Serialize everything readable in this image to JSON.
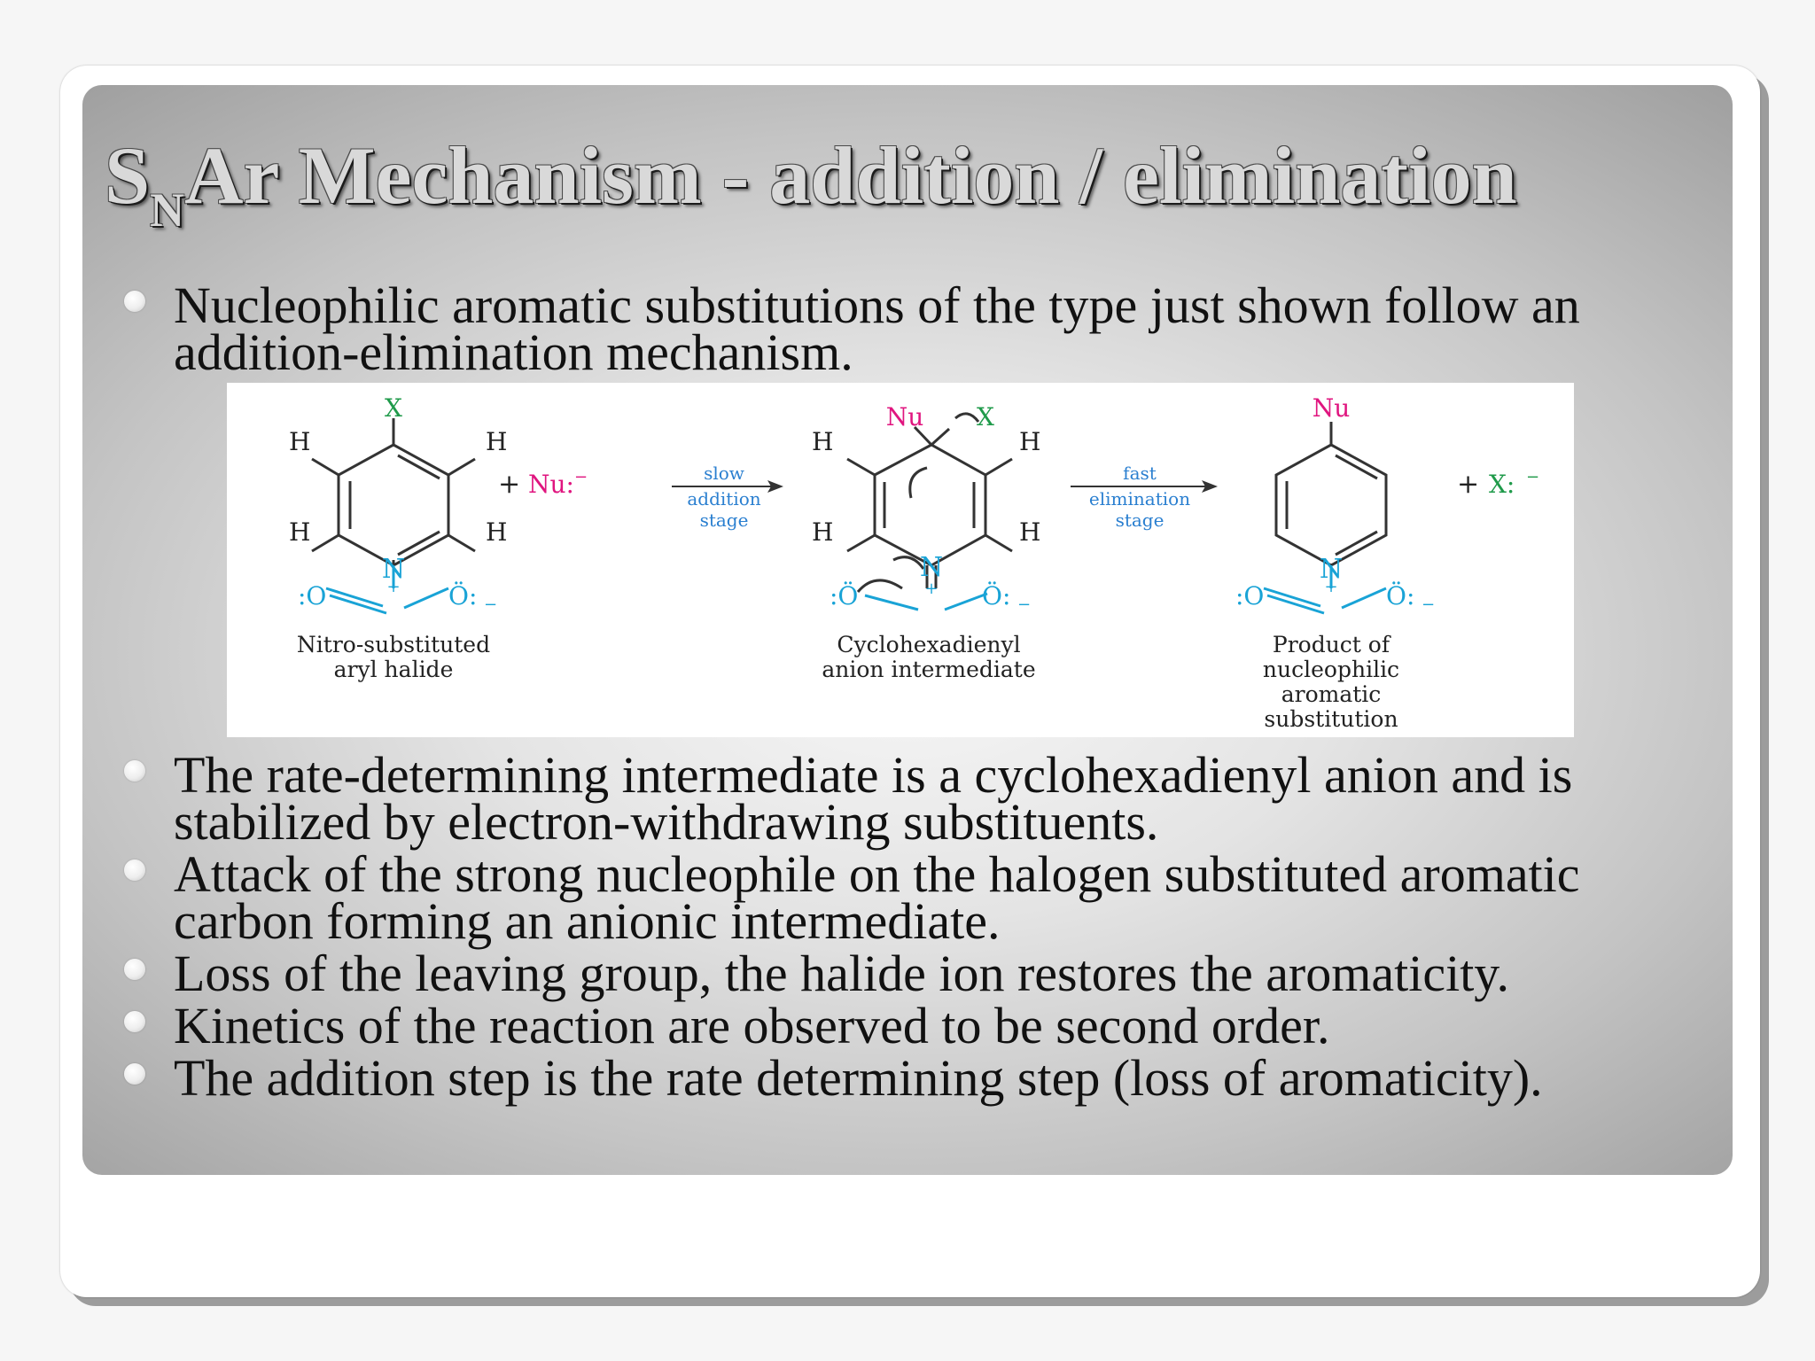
{
  "slide": {
    "title_main": "S",
    "title_sub": "N",
    "title_rest": "Ar Mechanism  -  addition / elimination"
  },
  "bullets_top": [
    {
      "text": "Nucleophilic aromatic substitutions of the type just shown follow an addition-elimination mechanism."
    }
  ],
  "bullets_bottom": [
    {
      "text": "The rate-determining intermediate is a cyclohexadienyl anion and is stabilized by electron-withdrawing substituents."
    },
    {
      "text": "Attack of the strong nucleophile on the halogen substituted aromatic carbon forming an anionic intermediate."
    },
    {
      "text": "Loss of the leaving group, the halide ion restores the aromaticity."
    },
    {
      "text": "Kinetics of the reaction are observed to be second order."
    },
    {
      "text": "The addition step is the rate determining step (loss of aromaticity)."
    }
  ],
  "figure": {
    "reactant": {
      "top_atom": "X",
      "h_top_left": "H",
      "h_top_right": "H",
      "h_bottom_left": "H",
      "h_bottom_right": "H",
      "nitro_n": "N",
      "nitro_plus": "+",
      "nitro_o_left": ":O",
      "nitro_o_right": "Ö:",
      "nitro_minus": "−",
      "label_line1": "Nitro-substituted",
      "label_line2": "aryl halide"
    },
    "plus_nucleophile": {
      "plus": "+",
      "species": "Nu:",
      "charge": "−"
    },
    "arrow_slow": {
      "line1": "slow",
      "line2": "addition",
      "line3": "stage"
    },
    "intermediate": {
      "nu": "Nu",
      "x": "X",
      "h_top_left": "H",
      "h_top_right": "H",
      "h_bottom_left": "H",
      "h_bottom_right": "H",
      "nitro_n": "N",
      "nitro_plus": "+",
      "nitro_o_left": ":Ö",
      "nitro_o_right": "Ö:",
      "nitro_minus": "−",
      "label_line1": "Cyclohexadienyl",
      "label_line2": "anion intermediate"
    },
    "arrow_fast": {
      "line1": "fast",
      "line2": "elimination",
      "line3": "stage"
    },
    "product": {
      "top_atom": "Nu",
      "nitro_n": "N",
      "nitro_plus": "+",
      "nitro_o_left": ":O",
      "nitro_o_right": "Ö:",
      "nitro_minus": "−",
      "label_line1": "Product of",
      "label_line2": "nucleophilic",
      "label_line3": "aromatic",
      "label_line4": "substitution"
    },
    "plus_leaving": {
      "plus": "+",
      "species": "X:",
      "charge": "−"
    },
    "colors": {
      "halide": "#1f9a4a",
      "nucleophile": "#e0157f",
      "nitro": "#19a3d6",
      "arrow_label": "#2a7fd0",
      "bond": "#333333"
    }
  }
}
